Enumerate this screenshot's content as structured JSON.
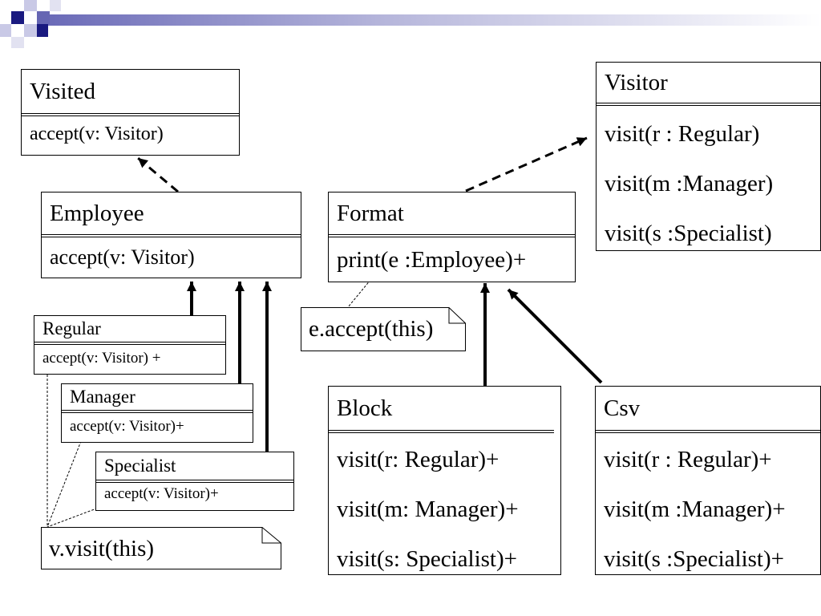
{
  "colors": {
    "line": "#000000",
    "banner_dark": "#1a1a80",
    "banner_mid": "#6666b3",
    "banner_light": "#c9c9e6"
  },
  "classes": {
    "visited": {
      "name": "Visited",
      "ops": [
        "accept(v:  Visitor)"
      ]
    },
    "visitor": {
      "name": "Visitor",
      "ops": [
        "visit(r : Regular)",
        "visit(m :Manager)",
        "visit(s :Specialist)"
      ]
    },
    "employee": {
      "name": "Employee",
      "ops": [
        "accept(v:  Visitor)"
      ]
    },
    "format": {
      "name": "Format",
      "ops": [
        "print(e :Employee)+"
      ]
    },
    "regular": {
      "name": "Regular",
      "ops": [
        "accept(v: Visitor) +"
      ]
    },
    "manager": {
      "name": "Manager",
      "ops": [
        "accept(v: Visitor)+"
      ]
    },
    "specialist": {
      "name": "Specialist",
      "ops": [
        "accept(v: Visitor)+"
      ]
    },
    "block": {
      "name": "Block",
      "ops": [
        "visit(r: Regular)+",
        "visit(m: Manager)+",
        "visit(s: Specialist)+"
      ]
    },
    "csv": {
      "name": "Csv",
      "ops": [
        "visit(r : Regular)+",
        "visit(m :Manager)+",
        "visit(s :Specialist)+"
      ]
    }
  },
  "notes": {
    "accept_note": "e.accept(this)",
    "visit_note": "v.visit(this)"
  }
}
